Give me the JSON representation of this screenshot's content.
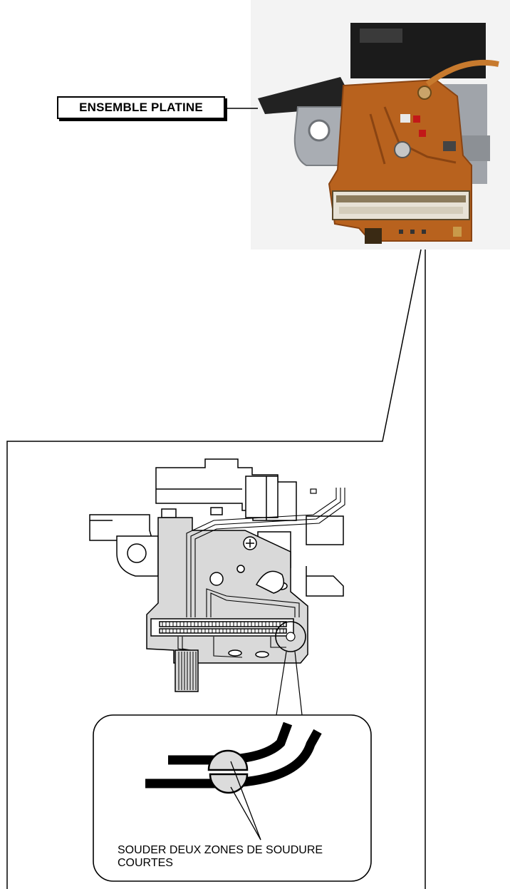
{
  "labels": {
    "assembly": "ENSEMBLE PLATINE",
    "instruction_line1": "SOUDER DEUX ZONES DE SOUDURE",
    "instruction_line2": "COURTES"
  },
  "colors": {
    "pcb_orange": "#b8621e",
    "pcb_dark": "#8a4412",
    "metal_gray": "#a9adb3",
    "pcb_diagram_fill": "#d9d9d9",
    "solder_fill": "#dcdcdc",
    "line": "#000000"
  }
}
